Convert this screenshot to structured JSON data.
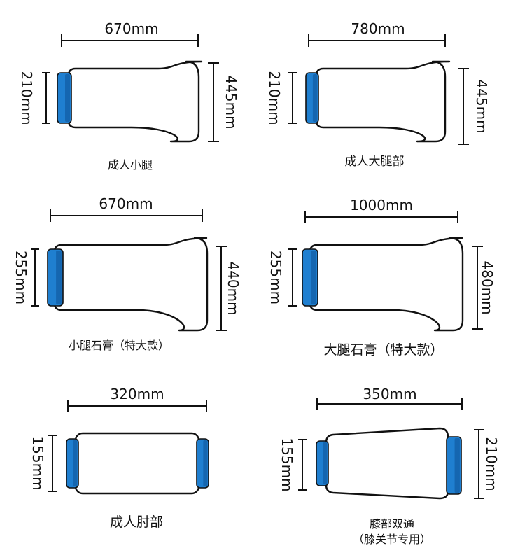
{
  "colors": {
    "cuff_blue": "#1f7fd0",
    "cuff_blue_dark": "#1566b0",
    "outline": "#111111",
    "background": "#ffffff"
  },
  "panels": [
    {
      "id": "adult-calf",
      "shape": "boot",
      "width_label": "670mm",
      "height_left_label": "210mm",
      "height_right_label": "445mm",
      "caption": [
        "成人小腿"
      ]
    },
    {
      "id": "adult-thigh",
      "shape": "boot",
      "width_label": "780mm",
      "height_left_label": "210mm",
      "height_right_label": "445mm",
      "caption": [
        "成人大腿部"
      ]
    },
    {
      "id": "calf-cast-xl",
      "shape": "boot",
      "width_label": "670mm",
      "height_left_label": "255mm",
      "height_right_label": "440mm",
      "caption": [
        "小腿石膏（特大款）"
      ]
    },
    {
      "id": "thigh-cast-xl",
      "shape": "boot",
      "width_label": "1000mm",
      "height_left_label": "255mm",
      "height_right_label": "480mm",
      "caption": [
        "大腿石膏（特大款）"
      ]
    },
    {
      "id": "adult-elbow",
      "shape": "tube",
      "width_label": "320mm",
      "height_left_label": "155mm",
      "height_right_label": "",
      "caption": [
        "成人肘部"
      ]
    },
    {
      "id": "knee-double",
      "shape": "taper",
      "width_label": "350mm",
      "height_left_label": "155mm",
      "height_right_label": "210mm",
      "caption": [
        "膝部双通",
        "（膝关节专用）"
      ]
    }
  ]
}
